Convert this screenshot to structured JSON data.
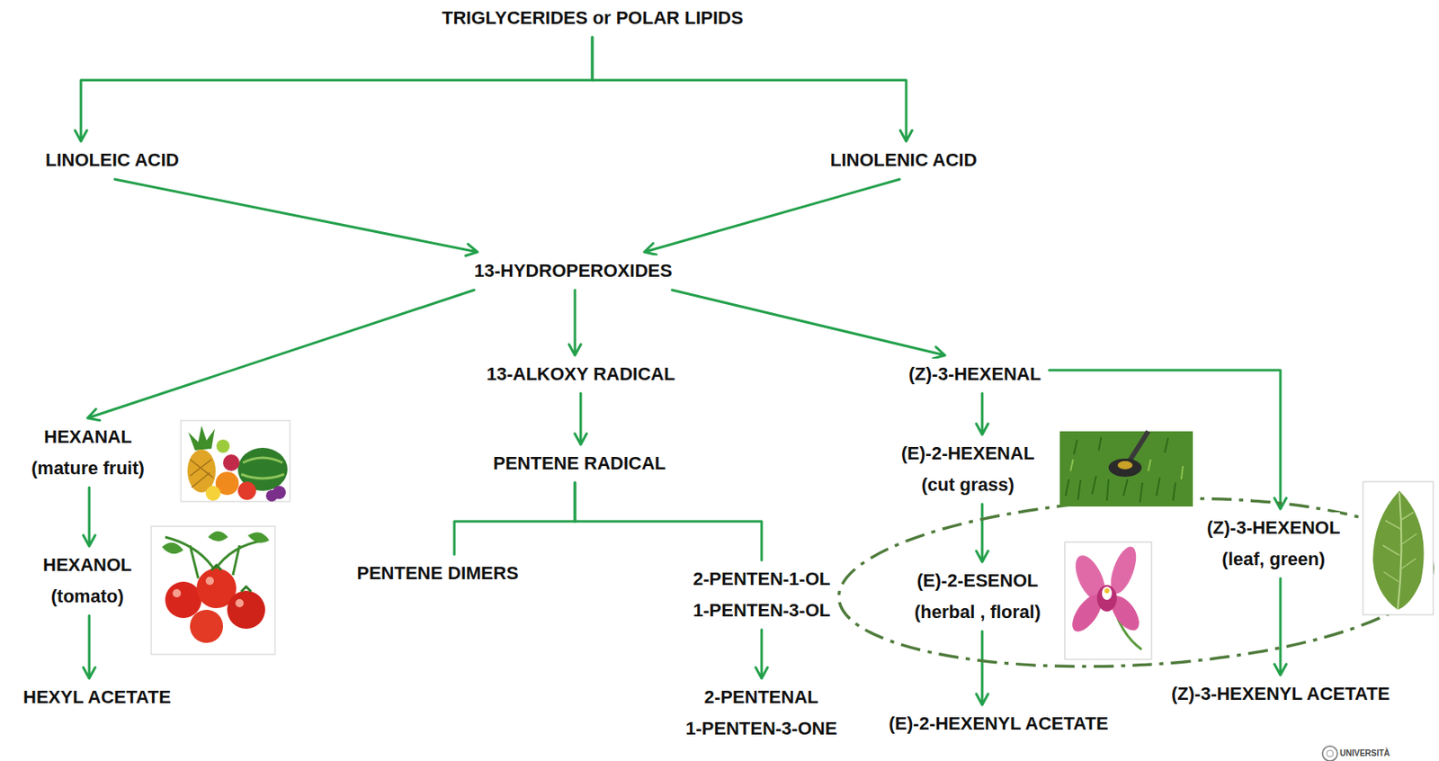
{
  "diagram": {
    "nodes": [
      {
        "text": [
          "TRIGLYCERIDES or POLAR LIPIDS"
        ]
      },
      {
        "text": [
          "LINOLEIC ACID"
        ]
      },
      {
        "text": [
          "LINOLENIC ACID"
        ]
      },
      {
        "text": [
          "13-HYDROPEROXIDES"
        ]
      },
      {
        "text": [
          "HEXANAL",
          "(mature fruit)"
        ]
      },
      {
        "text": [
          "13-ALKOXY RADICAL"
        ]
      },
      {
        "text": [
          "(Z)-3-HEXENAL"
        ]
      },
      {
        "text": [
          "PENTENE RADICAL"
        ]
      },
      {
        "text": [
          "(E)-2-HEXENAL",
          "(cut grass)"
        ]
      },
      {
        "text": [
          "(Z)-3-HEXENOL",
          "(leaf, green)"
        ]
      },
      {
        "text": [
          "HEXANOL",
          "(tomato)"
        ]
      },
      {
        "text": [
          "PENTENE DIMERS"
        ]
      },
      {
        "text": [
          "2-PENTEN-1-OL",
          "1-PENTEN-3-OL"
        ]
      },
      {
        "text": [
          "(E)-2-ESENOL",
          "(herbal , floral)"
        ]
      },
      {
        "text": [
          "HEXYL ACETATE"
        ]
      },
      {
        "text": [
          "(Z)-3-HEXENYL ACETATE"
        ]
      },
      {
        "text": [
          "2-PENTENAL",
          "1-PENTEN-3-ONE"
        ]
      },
      {
        "text": [
          "(E)-2-HEXENYL ACETATE"
        ]
      }
    ],
    "edges": [
      {
        "from": 0,
        "to": 1,
        "arrow": "to"
      },
      {
        "from": 0,
        "to": 2,
        "arrow": "to"
      },
      {
        "from": 1,
        "to": 3,
        "arrow": "to"
      },
      {
        "from": 2,
        "to": 3,
        "arrow": "to"
      },
      {
        "from": 3,
        "to": 4,
        "arrow": "to"
      },
      {
        "from": 3,
        "to": 5,
        "arrow": "to"
      },
      {
        "from": 3,
        "to": 6,
        "arrow": "to"
      },
      {
        "from": 4,
        "to": 10,
        "arrow": "to"
      },
      {
        "from": 5,
        "to": 7,
        "arrow": "to"
      },
      {
        "from": 6,
        "to": 8,
        "arrow": "to"
      },
      {
        "from": 6,
        "to": 9,
        "arrow": "to"
      },
      {
        "from": 7,
        "to": 11,
        "arrow": "none"
      },
      {
        "from": 7,
        "to": 12,
        "arrow": "none"
      },
      {
        "from": 10,
        "to": 14,
        "arrow": "to"
      },
      {
        "from": 8,
        "to": 13,
        "arrow": "to"
      },
      {
        "from": 13,
        "to": 17,
        "arrow": "to"
      },
      {
        "from": 12,
        "to": 16,
        "arrow": "to"
      },
      {
        "from": 9,
        "to": 15,
        "arrow": "to"
      }
    ],
    "labels": [
      "UNIVERSITÀ"
    ]
  }
}
